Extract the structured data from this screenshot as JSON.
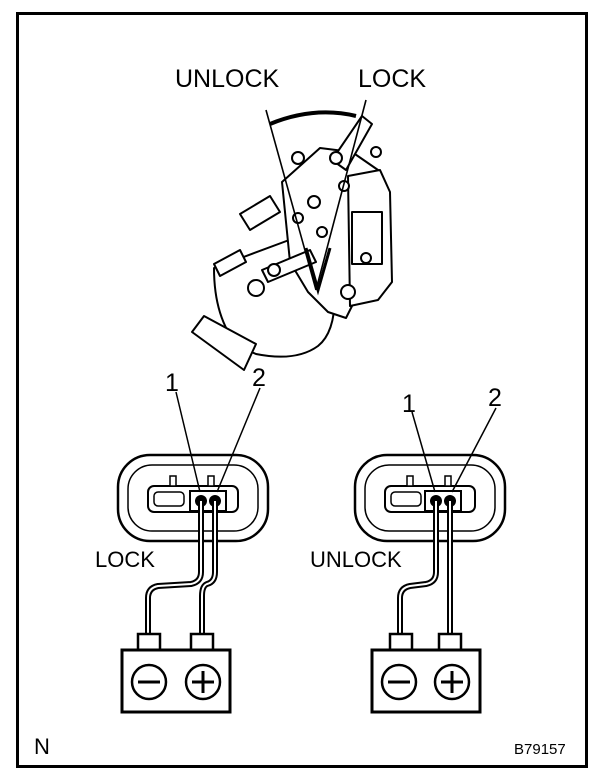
{
  "mechanism": {
    "unlock_label": "UNLOCK",
    "lock_label": "LOCK"
  },
  "connector_left": {
    "pin1_label": "1",
    "pin2_label": "2",
    "state_label": "LOCK"
  },
  "connector_right": {
    "pin1_label": "1",
    "pin2_label": "2",
    "state_label": "UNLOCK"
  },
  "footer": {
    "corner_mark": "N",
    "figure_id": "B79157"
  },
  "colors": {
    "line": "#000000",
    "background": "#ffffff",
    "shade": "#cfcfcf"
  }
}
